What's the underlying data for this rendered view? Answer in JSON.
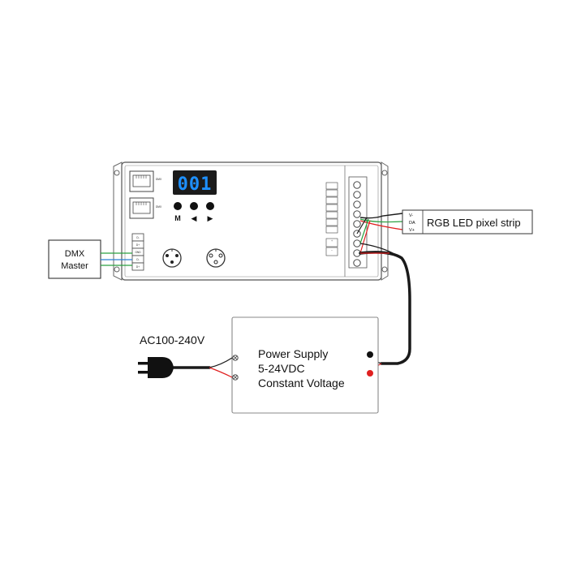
{
  "controller": {
    "display_digits": "001",
    "button_labels": {
      "mode": "M",
      "left": "◀",
      "right": "▶"
    },
    "display_color": "#1e90ff"
  },
  "dmx_master": {
    "line1": "DMX",
    "line2": "Master"
  },
  "dmx_terminals": [
    "D-",
    "D+",
    "GND",
    "D-",
    "D+"
  ],
  "led_strip": {
    "label": "RGB LED pixel strip",
    "wires": [
      "V-",
      "DA",
      "V+"
    ]
  },
  "power_supply": {
    "line1": "Power Supply",
    "line2": "5-24VDC",
    "line3": "Constant Voltage"
  },
  "ac_input": {
    "label": "AC100-240V"
  },
  "colors": {
    "wire_black": "#1a1a1a",
    "wire_red": "#e02020",
    "wire_green": "#2aa040",
    "wire_blue": "#2a7fd4",
    "outline": "#555555"
  }
}
